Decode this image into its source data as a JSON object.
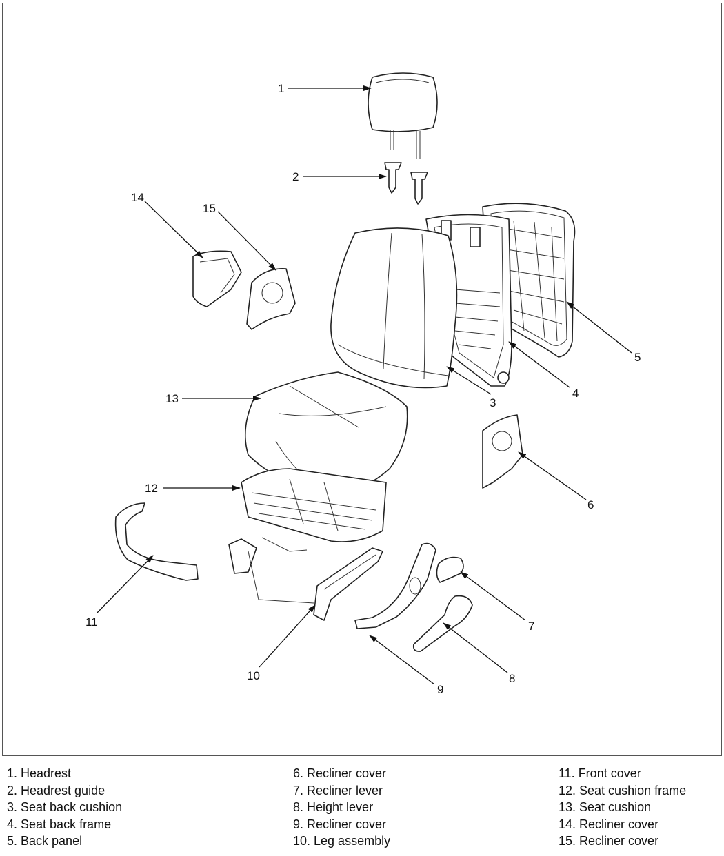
{
  "callouts": [
    {
      "id": "1",
      "label": "1"
    },
    {
      "id": "2",
      "label": "2"
    },
    {
      "id": "3",
      "label": "3"
    },
    {
      "id": "4",
      "label": "4"
    },
    {
      "id": "5",
      "label": "5"
    },
    {
      "id": "6",
      "label": "6"
    },
    {
      "id": "7",
      "label": "7"
    },
    {
      "id": "8",
      "label": "8"
    },
    {
      "id": "9",
      "label": "9"
    },
    {
      "id": "10",
      "label": "10"
    },
    {
      "id": "11",
      "label": "11"
    },
    {
      "id": "12",
      "label": "12"
    },
    {
      "id": "13",
      "label": "13"
    },
    {
      "id": "14",
      "label": "14"
    },
    {
      "id": "15",
      "label": "15"
    }
  ],
  "legend": {
    "columns": [
      [
        "1. Headrest",
        "2. Headrest guide",
        "3. Seat back cushion",
        "4. Seat back frame",
        "5. Back panel"
      ],
      [
        "6. Recliner cover",
        "7. Recliner lever",
        "8. Height lever",
        "9. Recliner cover",
        "10. Leg assembly"
      ],
      [
        "11. Front cover",
        "12. Seat cushion frame",
        "13. Seat cushion",
        "14. Recliner cover",
        "15. Recliner cover"
      ]
    ]
  }
}
